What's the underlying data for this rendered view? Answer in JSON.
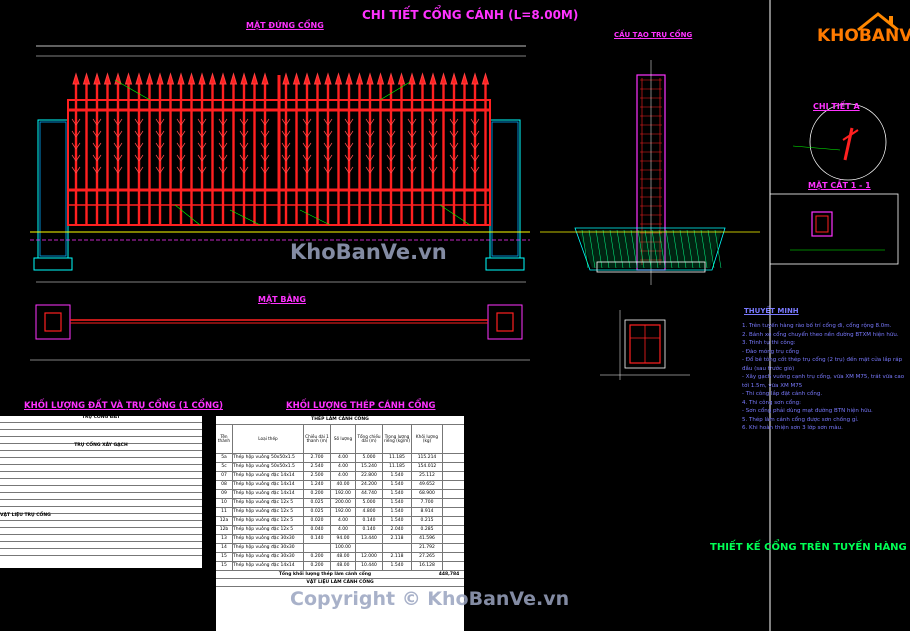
{
  "title": "CHI TIẾT CỔNG CÁNH  (L=8.00M)",
  "views": {
    "front": "MẶT ĐỨNG CỔNG",
    "pillar": "CẤU TẠO TRỤ CỔNG",
    "plan": "MẶT BẰNG",
    "detail_a": "CHI TIẾT A",
    "section": "MẶT CẮT 1 - 1"
  },
  "tables": {
    "left_title": "KHỐI LƯỢNG ĐẤT VÀ TRỤ CỔNG (1 CỔNG)",
    "left_sub1": "TRỤ CỔNG ĐẤT",
    "left_sub2": "TRỤ CỔNG XÂY GẠCH",
    "left_sub3": "VẬT LIỆU TRỤ CỔNG",
    "right_title": "KHỐI LƯỢNG THÉP CÁNH CỔNG",
    "right_sub": "THÉP LÀM CÁNH CỔNG",
    "right_total": "Tổng khối lượng thép làm cánh cổng",
    "right_total_value": "448,784",
    "right_sub2": "VẬT LIỆU LÀM CÁNH CỔNG",
    "right_headers": [
      "Tên thành",
      "Loại thép",
      "Chiều dài 1 thanh (m)",
      "Số lượng",
      "Tổng chiều dài (m)",
      "Trọng lượng riêng (kg/m)",
      "Khối lượng (kg)"
    ],
    "right_rows": [
      [
        "5a",
        "Thép hộp vuông 50x50x1.5",
        "2.700",
        "4.00",
        "5.000",
        "11.185",
        "115.214"
      ],
      [
        "5c",
        "Thép hộp vuông 50x50x1.5",
        "2.540",
        "4.00",
        "15.240",
        "11.185",
        "154.012"
      ],
      [
        "07",
        "Thép hộp vuông đặc 14x14",
        "2.500",
        "4.00",
        "22.800",
        "1.540",
        "25.112"
      ],
      [
        "08",
        "Thép hộp vuông đặc 14x14",
        "1.240",
        "40.00",
        "24.200",
        "1.540",
        "49.652"
      ],
      [
        "09",
        "Thép hộp vuông đặc 14x14",
        "0.200",
        "192.00",
        "44.740",
        "1.540",
        "68.900"
      ],
      [
        "10",
        "Thép hộp vuông đặc 12x 5",
        "0.025",
        "200.00",
        "5.000",
        "1.540",
        "7.700"
      ],
      [
        "11",
        "Thép hộp vuông đặc 12x 5",
        "0.025",
        "192.00",
        "4.800",
        "1.540",
        "8.914"
      ],
      [
        "12a",
        "Thép hộp vuông đặc 12x 5",
        "0.020",
        "4.00",
        "0.140",
        "1.540",
        "0.215"
      ],
      [
        "12b",
        "Thép hộp vuông đặc 12x 5",
        "0.040",
        "4.00",
        "0.140",
        "2.040",
        "0.285"
      ],
      [
        "13",
        "Thép hộp vuông đặc 30x30",
        "0.140",
        "94.00",
        "13.440",
        "2.118",
        "41.596"
      ],
      [
        "14",
        "Thép hộp vuông đặc 30x30",
        "",
        "100.00",
        "",
        "",
        "21.792"
      ],
      [
        "15",
        "Thép hộp vuông đặc 30x30",
        "0.200",
        "48.00",
        "12.000",
        "2.118",
        "27.265"
      ],
      [
        "15",
        "Thép hộp vuông đặc 14x14",
        "0.200",
        "48.00",
        "10.440",
        "1.540",
        "16.128"
      ]
    ]
  },
  "notes": {
    "title": "THUYẾT MINH",
    "lines": [
      "1. Trên tuyến hàng rào bố trí cổng đi, cổng rộng 8.0m.",
      "2. Bánh xe cổng chuyển theo nền đường BTXM hiện hữu.",
      "3. Trình tự thi công:",
      "   - Đào móng trụ cổng",
      "   - Đổ bê tông cốt thép trụ cổng (2 trụ) đến mặt cửa lắp ráp đầu (sau trước gió)",
      "   - Xây gạch vuông cạnh trụ cổng, vữa XM M75, trát vữa cao tới 1.5m, vữa XM M75",
      "   - Thi công lắp đặt cánh cổng.",
      "4. Thi công sơn cổng:",
      "   - Sơn cổng phải dùng mạt đường BTN hiện hữu.",
      "5. Thép làm cánh cổng được sơn chống gỉ.",
      "6. Khi hoàn thiện sơn 3 lớp sơn màu."
    ]
  },
  "footer_title": "THIẾT KẾ CỔNG TRÊN TUYẾN HÀNG RÀ",
  "watermarks": {
    "center": "KhoBanVe.vn",
    "bottom": "Copyright © KhoBanVe.vn",
    "logo": "KHOBANVE"
  }
}
